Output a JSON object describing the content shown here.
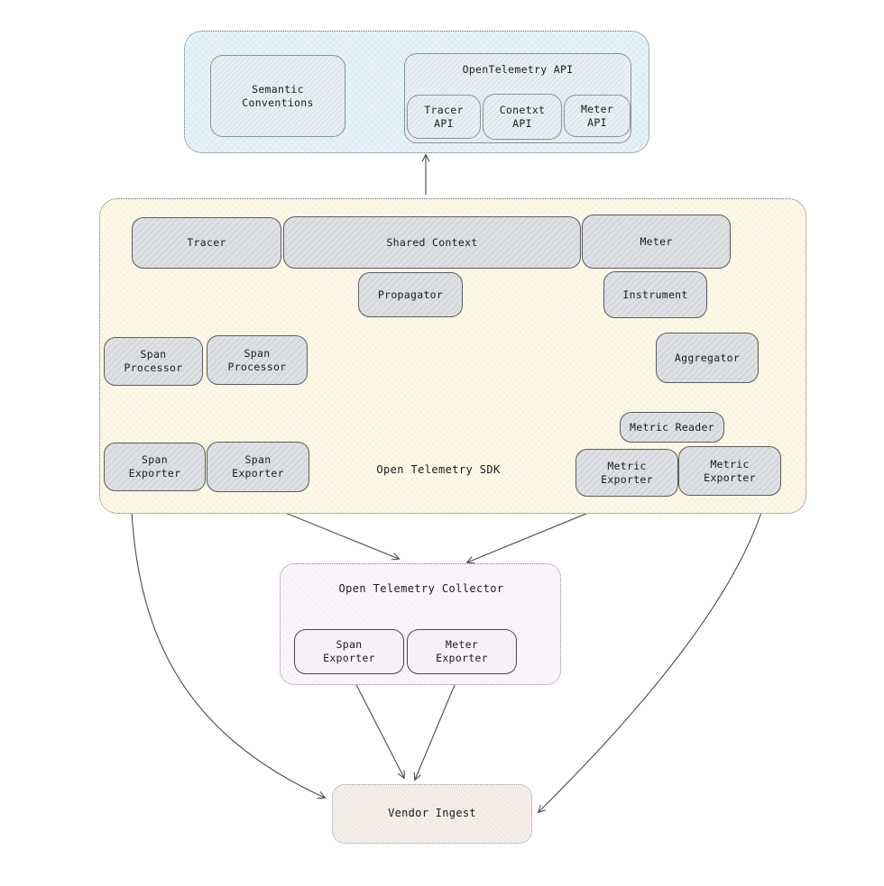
{
  "api_section": {
    "semantic_conventions": "Semantic\nConventions",
    "api_title": "OpenTelemetry API",
    "tracer_api": "Tracer\nAPI",
    "conetxt_api": "Conetxt\nAPI",
    "meter_api": "Meter\nAPI"
  },
  "sdk": {
    "label": "Open Telemetry SDK",
    "tracer": "Tracer",
    "shared_context": "Shared Context",
    "meter": "Meter",
    "propagator": "Propagator",
    "instrument": "Instrument",
    "aggregator": "Aggregator",
    "span_processor_1": "Span\nProcessor",
    "span_processor_2": "Span\nProcessor",
    "metric_reader": "Metric Reader",
    "span_exporter_1": "Span\nExporter",
    "span_exporter_2": "Span\nExporter",
    "metric_exporter_1": "Metric\nExporter",
    "metric_exporter_2": "Metric\nExporter"
  },
  "collector": {
    "title": "Open Telemetry Collector",
    "span_exporter": "Span\nExporter",
    "meter_exporter": "Meter\nExporter"
  },
  "vendor": {
    "label": "Vendor Ingest"
  },
  "colors": {
    "api_container_bg": "#e7f3f8",
    "sdk_container_bg": "#fdf9ea",
    "collector_container_bg": "#faf4fb",
    "vendor_bg": "#f5eeea",
    "node_gray_bg": "#dfe1e4",
    "node_blue_bg": "#e9eff3",
    "node_purple_bg": "#f7f1f8",
    "edge_color": "#4b4b4b"
  },
  "edges": [
    {
      "from": "opentelemetry-sdk",
      "to": "opentelemetry-api"
    },
    {
      "from": "tracer",
      "to": "span-processor-1"
    },
    {
      "from": "tracer",
      "to": "span-processor-2"
    },
    {
      "from": "span-processor-1",
      "to": "span-exporter-1"
    },
    {
      "from": "span-processor-2",
      "to": "span-exporter-2"
    },
    {
      "from": "instrument",
      "to": "aggregator"
    },
    {
      "from": "aggregator",
      "to": "metric-reader"
    },
    {
      "from": "metric-reader",
      "to": "metric-exporter-1"
    },
    {
      "from": "metric-reader",
      "to": "metric-exporter-2"
    },
    {
      "from": "span-exporter-1",
      "to": "vendor-ingest"
    },
    {
      "from": "span-exporter-2",
      "to": "open-telemetry-collector"
    },
    {
      "from": "metric-exporter-1",
      "to": "open-telemetry-collector"
    },
    {
      "from": "metric-exporter-2",
      "to": "vendor-ingest"
    },
    {
      "from": "collector-span-exporter",
      "to": "vendor-ingest"
    },
    {
      "from": "collector-meter-exporter",
      "to": "vendor-ingest"
    }
  ]
}
